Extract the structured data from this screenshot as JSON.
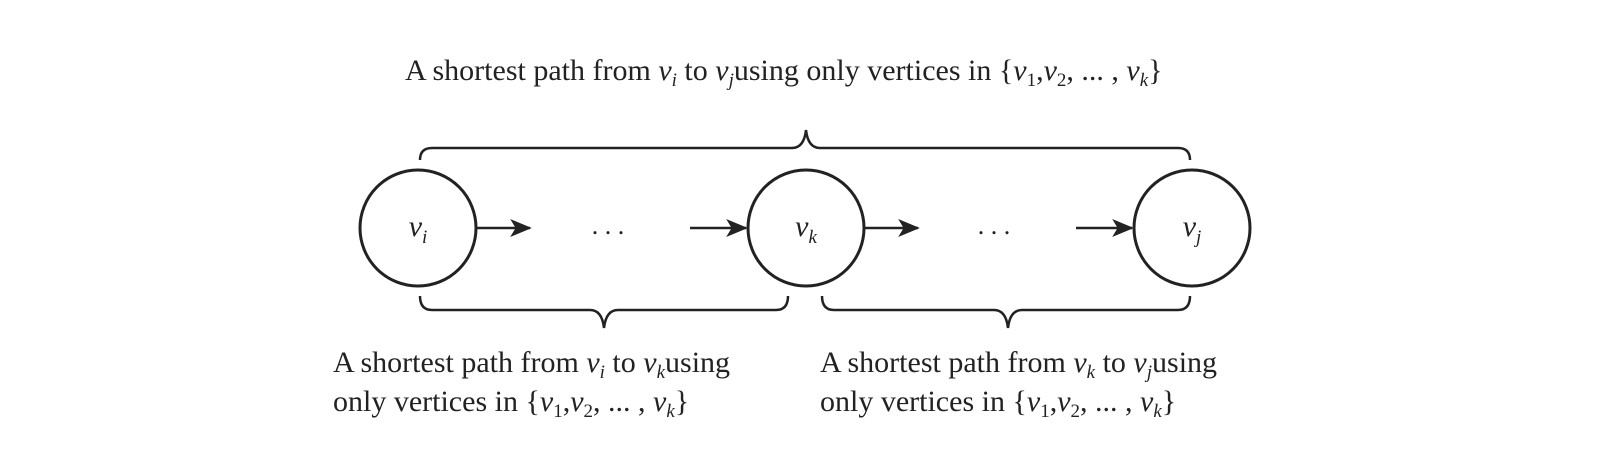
{
  "nodes": [
    {
      "id": "vi",
      "var": "v",
      "sub": "i"
    },
    {
      "id": "vk",
      "var": "v",
      "sub": "k"
    },
    {
      "id": "vj",
      "var": "v",
      "sub": "j"
    }
  ],
  "ellipsis": ". . .",
  "captions": {
    "top": {
      "prefix": "A shortest path from ",
      "from_var": "v",
      "from_sub": "i",
      "mid": " to ",
      "to_var": "v",
      "to_sub": "j",
      "text_after": "using only vertices in {",
      "set_a_var": "v",
      "set_a_sub": "1",
      "comma1": ",",
      "set_b_var": "v",
      "set_b_sub": "2",
      "dots": ", ... , ",
      "set_c_var": "v",
      "set_c_sub": "k",
      "close": "}"
    },
    "left": {
      "line1_prefix": "A shortest path from ",
      "from_var": "v",
      "from_sub": "i",
      "mid": " to ",
      "to_var": "v",
      "to_sub": "k",
      "line1_suffix": "using",
      "line2_prefix": "only vertices in {",
      "set_a_var": "v",
      "set_a_sub": "1",
      "comma1": ",",
      "set_b_var": "v",
      "set_b_sub": "2",
      "dots": ", ... , ",
      "set_c_var": "v",
      "set_c_sub": "k",
      "close": "}"
    },
    "right": {
      "line1_prefix": "A shortest path from ",
      "from_var": "v",
      "from_sub": "k",
      "mid": " to ",
      "to_var": "v",
      "to_sub": "j",
      "line1_suffix": "using",
      "line2_prefix": "only vertices in {",
      "set_a_var": "v",
      "set_a_sub": "1",
      "comma1": ",",
      "set_b_var": "v",
      "set_b_sub": "2",
      "dots": ", ... , ",
      "set_c_var": "v",
      "set_c_sub": "k",
      "close": "}"
    }
  }
}
